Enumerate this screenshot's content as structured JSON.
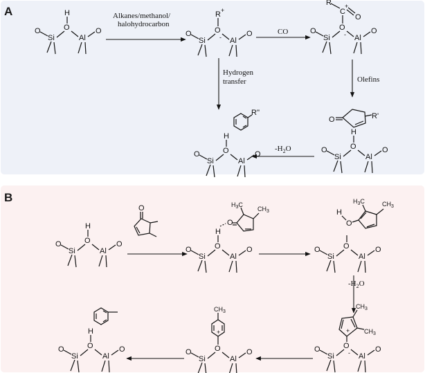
{
  "panels": {
    "a_letter": "A",
    "b_letter": "B"
  },
  "colors": {
    "panel_a_bg": "#eef1f8",
    "panel_b_bg": "#fcf1f1",
    "ink": "#111111"
  },
  "atoms": {
    "si": "Si",
    "al": "Al",
    "o": "O",
    "h": "H",
    "r": "R",
    "c": "C",
    "r_dprime": "R''",
    "r_prime": "R'",
    "plus": "+",
    "minus": "-",
    "ch3": "CH",
    "h3c": "H",
    "sub3": "3"
  },
  "conditions": {
    "alkanes_line1": "Alkanes/methanol/",
    "alkanes_line2": "halohydrocarbon",
    "co": "CO",
    "olefins": "Olefins",
    "hydrogen_line1": "Hydrogen",
    "hydrogen_line2": "transfer",
    "dehydration_a": "-H",
    "dehydration_a_sub": "2",
    "dehydration_a_tail": "O",
    "dehydration_b": "-H",
    "dehydration_b_sub": "2",
    "dehydration_b_tail": "O"
  }
}
